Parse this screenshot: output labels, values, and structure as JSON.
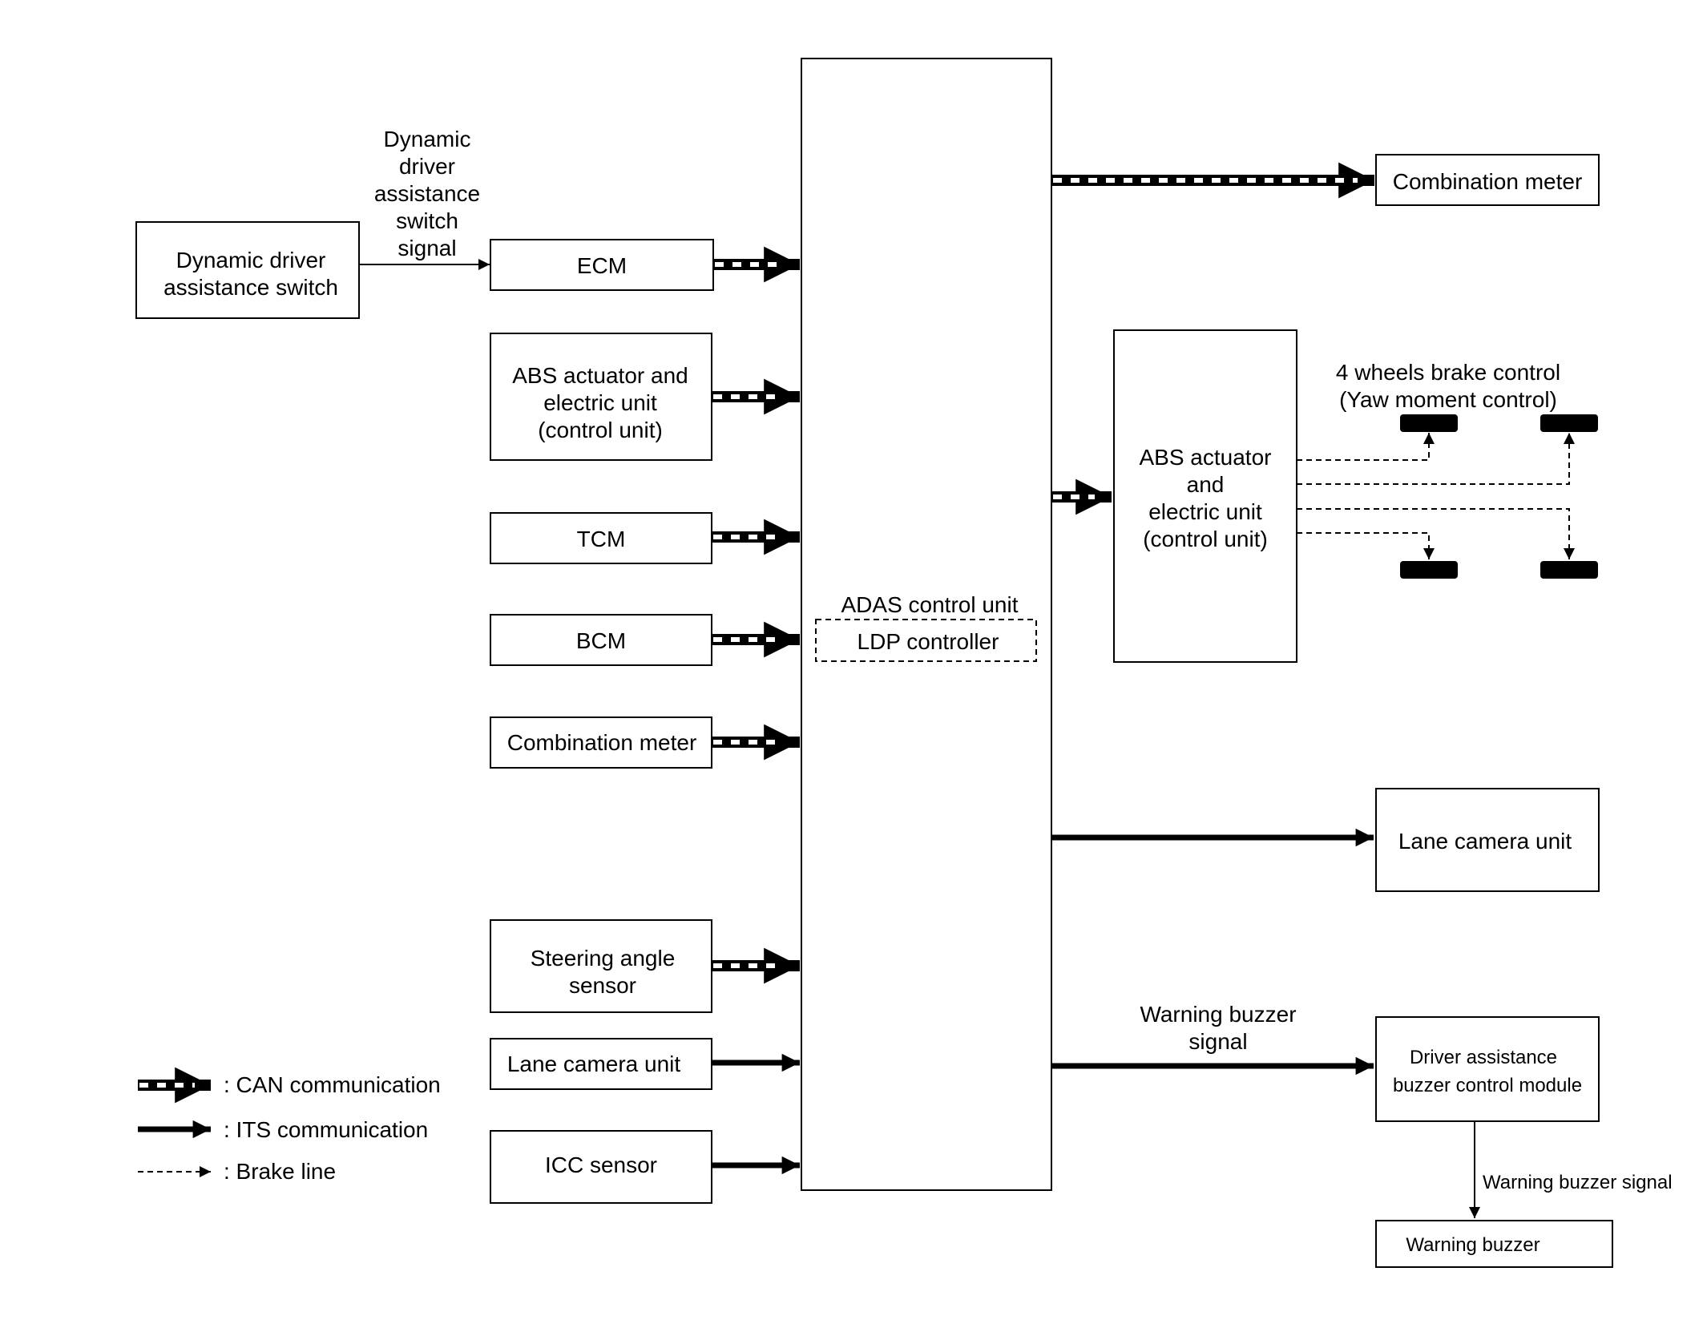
{
  "central_unit": {
    "title": "ADAS control unit",
    "sub_label": "LDP controller"
  },
  "inputs": {
    "dynamic_switch": [
      "Dynamic driver",
      "assistance switch"
    ],
    "switch_signal": [
      "Dynamic",
      "driver",
      "assistance",
      "switch",
      "signal"
    ],
    "ecm": "ECM",
    "abs": [
      "ABS actuator and",
      "electric unit",
      "(control unit)"
    ],
    "tcm": "TCM",
    "bcm": "BCM",
    "combination_meter": "Combination meter",
    "steering_angle_sensor": [
      "Steering angle",
      "sensor"
    ],
    "lane_camera_unit": "Lane camera unit",
    "icc_sensor": "ICC sensor"
  },
  "outputs": {
    "combination_meter": "Combination meter",
    "abs": [
      "ABS actuator",
      "and",
      "electric unit",
      "(control unit)"
    ],
    "brake_control": [
      "4 wheels brake control",
      "(Yaw moment control)"
    ],
    "lane_camera_unit": "Lane camera unit",
    "buzzer_signal": [
      "Warning buzzer",
      "signal"
    ],
    "buzzer_module": [
      "Driver assistance",
      "buzzer control module"
    ],
    "buzzer_signal_2": "Warning buzzer signal",
    "warning_buzzer": "Warning buzzer"
  },
  "legend": {
    "can": ": CAN communication",
    "its": ": ITS communication",
    "brake": ": Brake line"
  }
}
